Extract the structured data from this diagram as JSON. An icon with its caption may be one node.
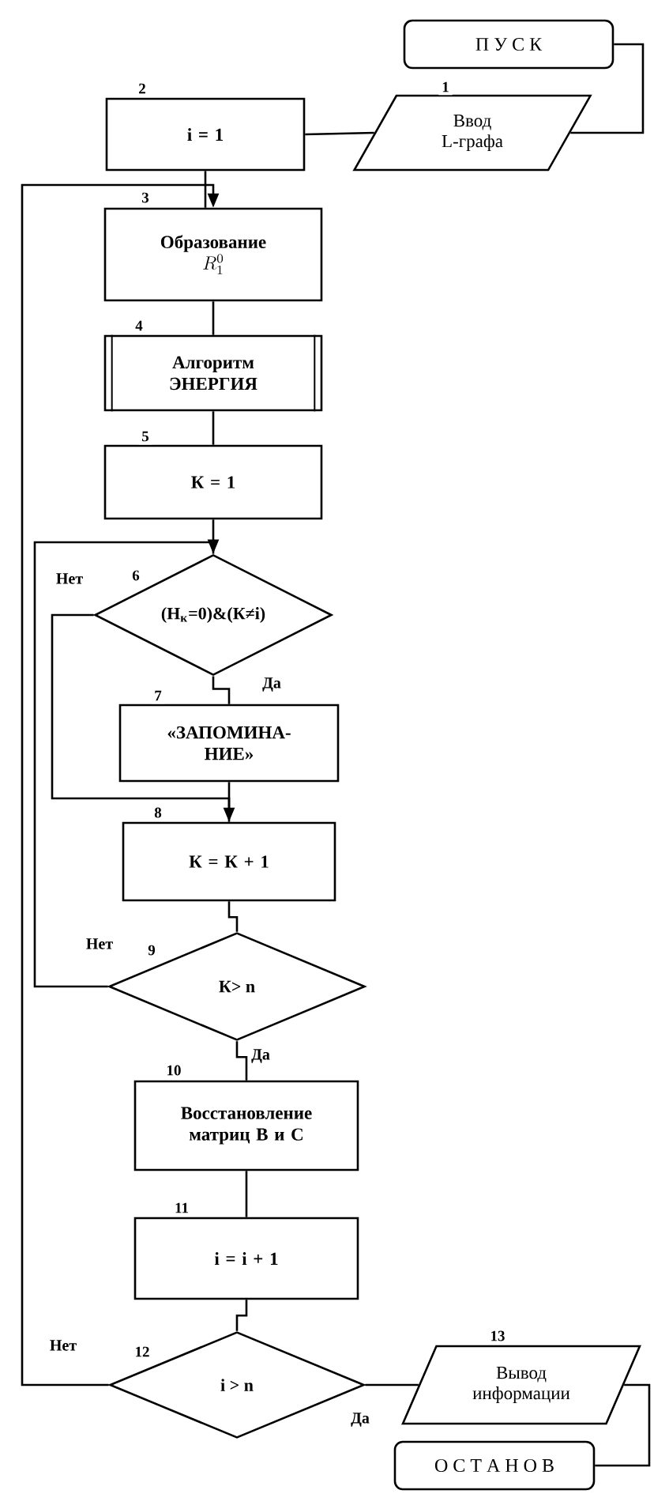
{
  "diagram": {
    "nodes": [
      {
        "text": [
          "П У С К"
        ]
      },
      {
        "text": [
          "Ввод L-графа"
        ],
        "beside": [
          "1"
        ]
      },
      {
        "text": [
          "i = 1"
        ],
        "beside": [
          "2"
        ]
      },
      {
        "text": [
          "Образование",
          "R_1^0"
        ],
        "beside": [
          "3"
        ]
      },
      {
        "text": [
          "Алгоритм ЭНЕРГИЯ"
        ],
        "beside": [
          "4"
        ]
      },
      {
        "text": [
          "К = 1"
        ],
        "beside": [
          "5"
        ]
      },
      {
        "text": [
          "(H$_{к}$=0)&(К≠i)"
        ],
        "beside": [
          "6"
        ]
      },
      {
        "text": [
          "«ЗАПОМИНА- НИЕ»"
        ],
        "beside": [
          "7"
        ]
      },
      {
        "text": [
          "К = К + 1"
        ],
        "beside": [
          "8"
        ]
      },
      {
        "text": [
          "К> n"
        ],
        "beside": [
          "9"
        ]
      },
      {
        "text": [
          "Восстановление матриц В и С"
        ],
        "beside": [
          "10"
        ]
      },
      {
        "text": [
          "i = i + 1"
        ],
        "beside": [
          "11"
        ]
      },
      {
        "text": [
          "i > n"
        ],
        "beside": [
          "12"
        ]
      },
      {
        "text": [
          "Вывод информации"
        ],
        "beside": [
          "13"
        ]
      },
      {
        "text": [
          "О С Т А Н О В"
        ]
      }
    ],
    "edges": [
      {
        "from": 0,
        "to": 1,
        "arrow": "none"
      },
      {
        "from": 1,
        "to": 2,
        "arrow": "none"
      },
      {
        "from": 2,
        "to": 3,
        "arrow": "none"
      },
      {
        "from": 3,
        "to": 4,
        "arrow": "none"
      },
      {
        "from": 4,
        "to": 5,
        "arrow": "none"
      },
      {
        "from": 5,
        "to": 6,
        "arrow": "none"
      },
      {
        "from": 6,
        "to": 7,
        "arrow": "none",
        "label": "Да"
      },
      {
        "from": 6,
        "to": 8,
        "arrow": "to",
        "label": "Нет"
      },
      {
        "from": 7,
        "to": 8,
        "arrow": "none"
      },
      {
        "from": 8,
        "to": 9,
        "arrow": "none"
      },
      {
        "from": 9,
        "to": 6,
        "arrow": "to",
        "label": "Нет"
      },
      {
        "from": 9,
        "to": 10,
        "arrow": "none",
        "label": "Да"
      },
      {
        "from": 10,
        "to": 11,
        "arrow": "none"
      },
      {
        "from": 11,
        "to": 12,
        "arrow": "none"
      },
      {
        "from": 12,
        "to": 3,
        "arrow": "to",
        "label": "Нет"
      },
      {
        "from": 12,
        "to": 13,
        "arrow": "none",
        "label": "Да"
      },
      {
        "from": 13,
        "to": 14,
        "arrow": "none"
      }
    ]
  }
}
